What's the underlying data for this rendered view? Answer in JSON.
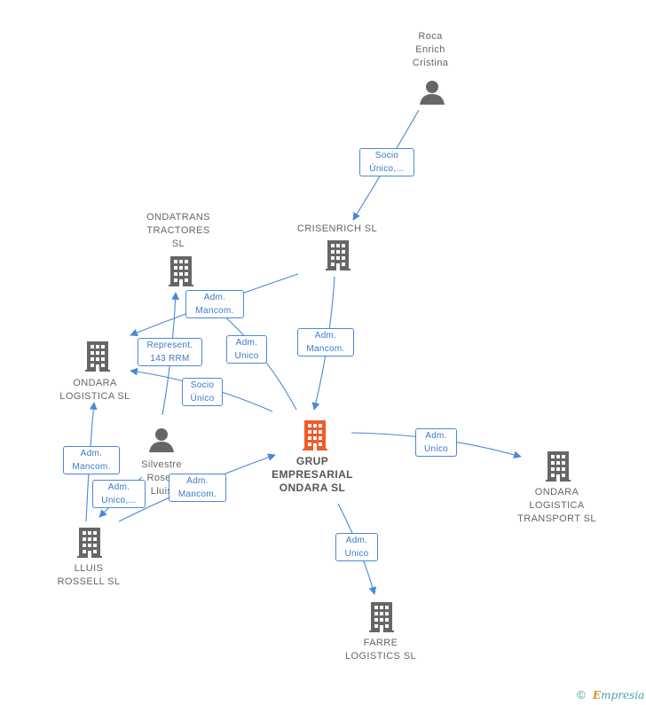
{
  "colors": {
    "edge": "#4a88d8",
    "node_icon": "#666666",
    "main_icon": "#f05a2a",
    "brand": "#4aa0a0"
  },
  "nodes": {
    "roca": {
      "label": "Roca\nEnrich\nCristina",
      "type": "person",
      "icon": "person-icon"
    },
    "crisenrich": {
      "label": "CRISENRICH SL",
      "type": "company",
      "icon": "building-icon"
    },
    "ondatrans": {
      "label": "ONDATRANS\nTRACTORES\nSL",
      "type": "company",
      "icon": "building-icon"
    },
    "ondara_logistica": {
      "label": "ONDARA\nLOGISTICA SL",
      "type": "company",
      "icon": "building-icon"
    },
    "silvestre": {
      "label": "Silvestre\nRosell\nLluis",
      "type": "person",
      "icon": "person-icon"
    },
    "grup": {
      "label": "GRUP\nEMPRESARIAL\nONDARA SL",
      "type": "company-main",
      "icon": "building-icon"
    },
    "lluis_rossell": {
      "label": "LLUIS\nROSSELL SL",
      "type": "company",
      "icon": "building-icon"
    },
    "ondara_transport": {
      "label": "ONDARA\nLOGISTICA\nTRANSPORT SL",
      "type": "company",
      "icon": "building-icon"
    },
    "farre": {
      "label": "FARRE\nLOGISTICS SL",
      "type": "company",
      "icon": "building-icon"
    }
  },
  "edges": [
    {
      "id": "roca-crisenrich",
      "label": "Socio\nÚnico,..."
    },
    {
      "id": "crisenrich-grup",
      "label": "Adm.\nMancom."
    },
    {
      "id": "crisenrich-ondara-logistica",
      "label": "Adm.\nMancom."
    },
    {
      "id": "grup-ondatrans",
      "label": "Adm.\nUnico"
    },
    {
      "id": "silvestre-ondatrans",
      "label": "Represent.\n143 RRM"
    },
    {
      "id": "grup-ondara-logistica",
      "label": "Socio\nÚnico"
    },
    {
      "id": "lluis-ondara-logistica",
      "label": "Adm.\nMancom."
    },
    {
      "id": "silvestre-lluis",
      "label": "Adm.\nUnico,..."
    },
    {
      "id": "lluis-grup",
      "label": "Adm.\nMancom."
    },
    {
      "id": "grup-transport",
      "label": "Adm.\nUnico"
    },
    {
      "id": "grup-farre",
      "label": "Adm.\nUnico"
    }
  ],
  "footer": {
    "copyright": "©",
    "brand_first": "E",
    "brand_rest": "mpresia"
  }
}
